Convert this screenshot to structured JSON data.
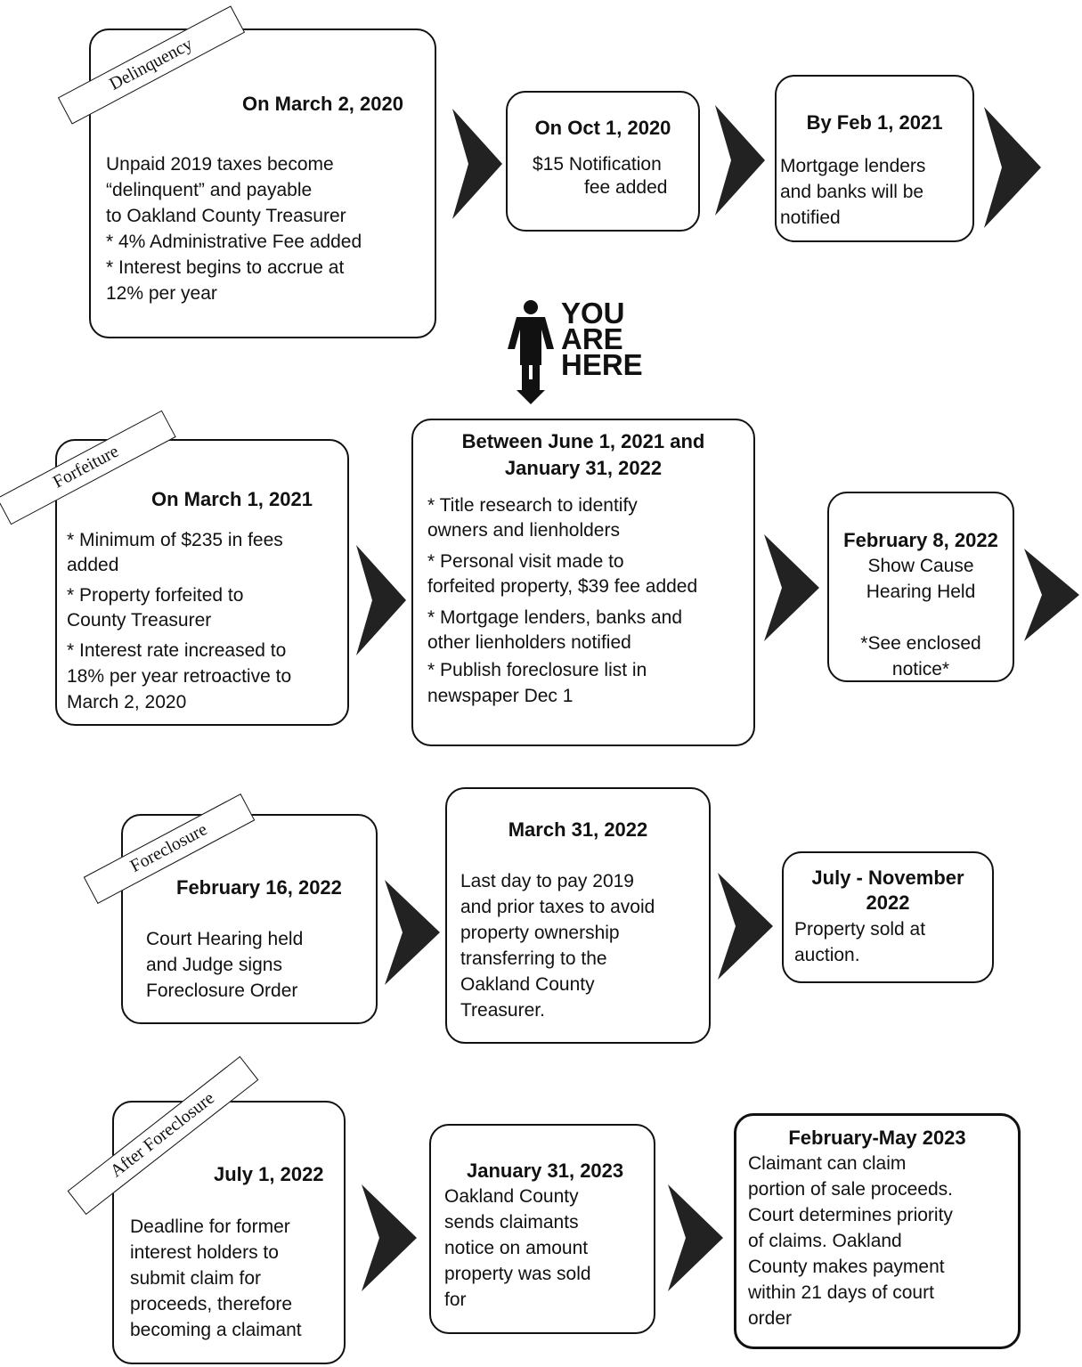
{
  "stages": {
    "delinquency": "Delinquency",
    "forfeiture": "Forfeiture",
    "foreclosure": "Foreclosure",
    "after_foreclosure": "After Foreclosure"
  },
  "you_are_here": [
    "YOU",
    "ARE",
    "HERE"
  ],
  "row1": {
    "box1": {
      "title": "On March 2, 2020",
      "lines": [
        "Unpaid 2019   taxes   become",
        "“delinquent”   and   payable",
        "to Oakland County Treasurer",
        "* 4% Administrative Fee added",
        "* Interest begins to accrue at",
        "12% per year"
      ]
    },
    "box2": {
      "title": "On Oct 1, 2020",
      "lines": [
        "$15 Notification",
        "fee added"
      ]
    },
    "box3": {
      "title": "By Feb 1, 2021",
      "lines": [
        "Mortgage lenders",
        "and banks will be",
        "notified"
      ]
    }
  },
  "row2": {
    "box1": {
      "title": "On March 1, 2021",
      "lines": [
        "* Minimum of $235 in fees",
        "added",
        "* Property forfeited to",
        "County Treasurer",
        "* Interest rate increased to",
        "18% per year retroactive to",
        "March 2, 2020"
      ]
    },
    "box2": {
      "title": [
        "Between June 1, 2021 and",
        "January 31, 2022"
      ],
      "lines": [
        "* Title research to identify",
        "owners and lienholders",
        "* Personal visit made to",
        "forfeited property, $39 fee added",
        "* Mortgage lenders, banks and",
        "other lienholders notified",
        "* Publish foreclosure list in",
        "newspaper Dec 1"
      ]
    },
    "box3": {
      "title": "February 8, 2022",
      "lines": [
        "Show Cause",
        "Hearing Held",
        "*See enclosed",
        "notice*"
      ]
    }
  },
  "row3": {
    "box1": {
      "title": "February 16, 2022",
      "lines": [
        "Court Hearing held",
        "and Judge signs",
        "Foreclosure Order"
      ]
    },
    "box2": {
      "title": "March 31, 2022",
      "lines": [
        "Last day to pay 2019",
        "and prior taxes to avoid",
        "property ownership",
        "transferring to the",
        "Oakland County",
        "Treasurer."
      ]
    },
    "box3": {
      "title": [
        "July - November",
        "2022"
      ],
      "lines": [
        "Property sold at",
        "auction."
      ]
    }
  },
  "row4": {
    "box1": {
      "title": "July 1, 2022",
      "lines": [
        "Deadline for former",
        "interest holders to",
        "submit claim for",
        "proceeds, therefore",
        "becoming a claimant"
      ]
    },
    "box2": {
      "title": "January 31, 2023",
      "lines": [
        "Oakland County",
        "sends claimants",
        "notice on amount",
        "property was sold",
        "for"
      ]
    },
    "box3": {
      "title": "February-May 2023",
      "lines": [
        "Claimant can claim",
        "portion of sale proceeds.",
        "Court determines priority",
        "of claims.  Oakland",
        "County makes payment",
        "within 21 days of court",
        "order"
      ]
    }
  }
}
